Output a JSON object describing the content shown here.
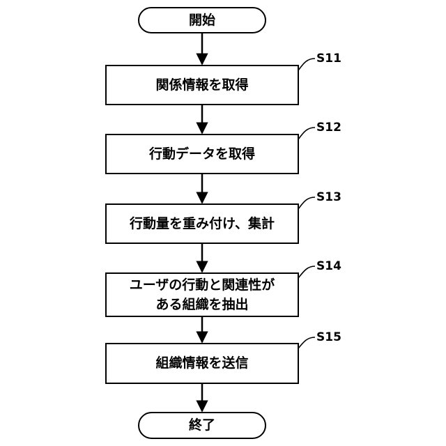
{
  "start": {
    "label": "開始"
  },
  "end": {
    "label": "終了"
  },
  "steps": [
    {
      "id": "S11",
      "lines": [
        "関係情報を取得"
      ]
    },
    {
      "id": "S12",
      "lines": [
        "行動データを取得"
      ]
    },
    {
      "id": "S13",
      "lines": [
        "行動量を重み付け、集計"
      ]
    },
    {
      "id": "S14",
      "lines": [
        "ユーザの行動と関連性が",
        "ある組織を抽出"
      ]
    },
    {
      "id": "S15",
      "lines": [
        "組織情報を送信"
      ]
    }
  ]
}
